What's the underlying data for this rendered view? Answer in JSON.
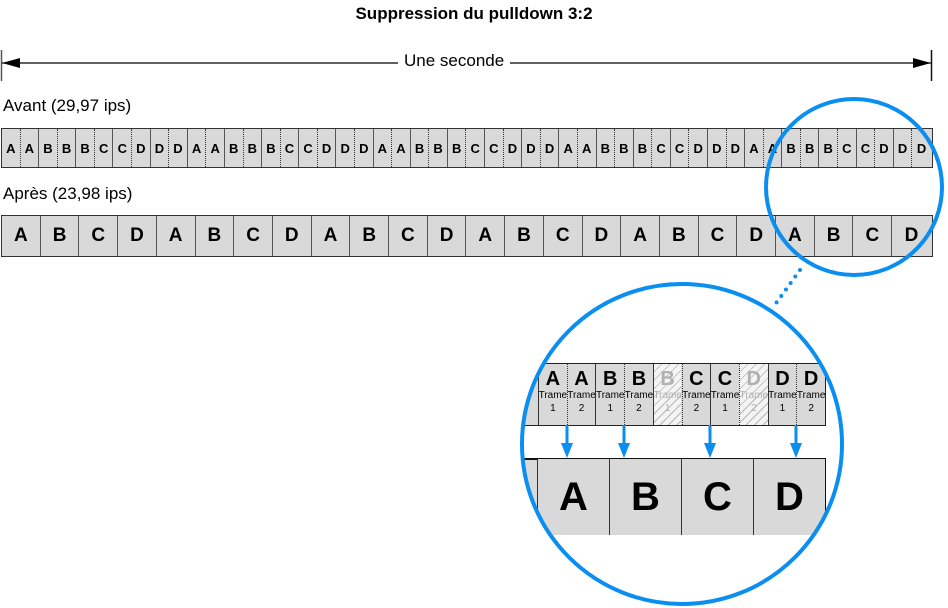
{
  "title": "Suppression du pulldown 3:2",
  "duration_label": "Une seconde",
  "before": {
    "label": "Avant (29,97 ips)",
    "frames": [
      [
        "A",
        "A"
      ],
      [
        "B",
        "B"
      ],
      [
        "B",
        "C"
      ],
      [
        "C",
        "D"
      ],
      [
        "D",
        "D"
      ],
      [
        "A",
        "A"
      ],
      [
        "B",
        "B"
      ],
      [
        "B",
        "C"
      ],
      [
        "C",
        "D"
      ],
      [
        "D",
        "D"
      ],
      [
        "A",
        "A"
      ],
      [
        "B",
        "B"
      ],
      [
        "B",
        "C"
      ],
      [
        "C",
        "D"
      ],
      [
        "D",
        "D"
      ],
      [
        "A",
        "A"
      ],
      [
        "B",
        "B"
      ],
      [
        "B",
        "C"
      ],
      [
        "C",
        "D"
      ],
      [
        "D",
        "D"
      ],
      [
        "A",
        "A"
      ],
      [
        "B",
        "B"
      ],
      [
        "B",
        "C"
      ],
      [
        "C",
        "D"
      ],
      [
        "D",
        "D"
      ]
    ]
  },
  "after": {
    "label": "Après (23,98 ips)",
    "frames": [
      "A",
      "B",
      "C",
      "D",
      "A",
      "B",
      "C",
      "D",
      "A",
      "B",
      "C",
      "D",
      "A",
      "B",
      "C",
      "D",
      "A",
      "B",
      "C",
      "D",
      "A",
      "B",
      "C",
      "D"
    ]
  },
  "magnified": {
    "field_word": "Trame",
    "fields": [
      {
        "letter": "A",
        "field": "1",
        "discarded": false
      },
      {
        "letter": "A",
        "field": "2",
        "discarded": false
      },
      {
        "letter": "B",
        "field": "1",
        "discarded": false
      },
      {
        "letter": "B",
        "field": "2",
        "discarded": false
      },
      {
        "letter": "B",
        "field": "1",
        "discarded": true
      },
      {
        "letter": "C",
        "field": "2",
        "discarded": false
      },
      {
        "letter": "C",
        "field": "1",
        "discarded": false
      },
      {
        "letter": "D",
        "field": "2",
        "discarded": true
      },
      {
        "letter": "D",
        "field": "1",
        "discarded": false
      },
      {
        "letter": "D",
        "field": "2",
        "discarded": false
      }
    ],
    "output_frames": [
      "A",
      "B",
      "C",
      "D"
    ]
  },
  "colors": {
    "accent": "#0a8ff0",
    "cell_fill": "#d9d9d9",
    "border": "#333333",
    "discarded_text": "#b0b0b0"
  }
}
